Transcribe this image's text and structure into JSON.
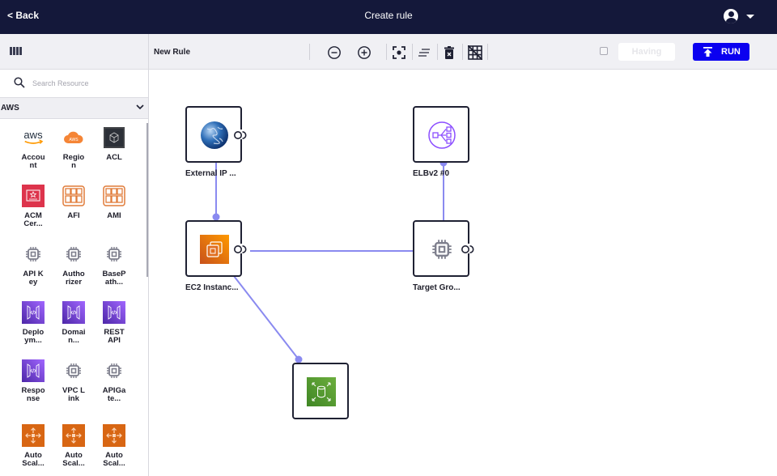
{
  "header": {
    "back_label": "< Back",
    "title": "Create rule",
    "user_icon": "user-circle-icon",
    "menu_icon": "caret-down-icon"
  },
  "toolbar": {
    "library_icon": "library-columns-icon",
    "rule_name": "New Rule",
    "tools": [
      {
        "name": "zoom-out",
        "icon": "minus-circle-icon"
      },
      {
        "name": "zoom-in",
        "icon": "plus-circle-icon"
      },
      {
        "name": "fit-view",
        "icon": "focus-icon"
      },
      {
        "name": "auto-layout",
        "icon": "align-lines-icon"
      },
      {
        "name": "delete",
        "icon": "trash-icon"
      },
      {
        "name": "toggle-grid",
        "icon": "grid-off-icon"
      }
    ],
    "having_checked": false,
    "having_label": "Having",
    "run_label": "RUN",
    "run_color": "#0b00f0"
  },
  "sidebar": {
    "search_placeholder": "Search Resource",
    "group_label": "AWS",
    "items": [
      {
        "label": "Account",
        "icon": "aws-logo-icon"
      },
      {
        "label": "Region",
        "icon": "aws-cloud-icon"
      },
      {
        "label": "ACL",
        "icon": "cube-icon"
      },
      {
        "label": "ACM Cer...",
        "icon": "certificate-icon"
      },
      {
        "label": "AFI",
        "icon": "grid-table-icon"
      },
      {
        "label": "AMI",
        "icon": "grid-table-icon"
      },
      {
        "label": "API Key",
        "icon": "chip-icon"
      },
      {
        "label": "Authorizer",
        "icon": "chip-icon"
      },
      {
        "label": "BasePath...",
        "icon": "chip-icon"
      },
      {
        "label": "Deploym...",
        "icon": "api-gateway-icon"
      },
      {
        "label": "Domain...",
        "icon": "api-gateway-icon"
      },
      {
        "label": "REST API",
        "icon": "api-gateway-icon"
      },
      {
        "label": "Response",
        "icon": "api-gateway-icon"
      },
      {
        "label": "VPC Link",
        "icon": "chip-icon"
      },
      {
        "label": "APIGate...",
        "icon": "chip-icon"
      },
      {
        "label": "Auto Scal...",
        "icon": "auto-scaling-icon"
      },
      {
        "label": "Auto Scal...",
        "icon": "auto-scaling-icon"
      },
      {
        "label": "Auto Scal...",
        "icon": "auto-scaling-icon"
      }
    ]
  },
  "canvas": {
    "link_color": "#8a8af0",
    "nodes": [
      {
        "id": "external-ip",
        "label": "External IP ...",
        "icon": "globe-icon"
      },
      {
        "id": "elbv2",
        "label": "ELBv2 #0",
        "icon": "load-balancer-icon"
      },
      {
        "id": "ec2",
        "label": "EC2 Instanc...",
        "icon": "ec2-instance-icon"
      },
      {
        "id": "target-group",
        "label": "Target Gro...",
        "icon": "chip-icon"
      },
      {
        "id": "ebs",
        "label": "",
        "icon": "ebs-volume-icon"
      }
    ],
    "edges": [
      {
        "from": "external-ip",
        "to": "ec2"
      },
      {
        "from": "elbv2",
        "to": "target-group"
      },
      {
        "from": "ec2",
        "to": "target-group"
      },
      {
        "from": "ec2",
        "to": "ebs"
      }
    ]
  }
}
